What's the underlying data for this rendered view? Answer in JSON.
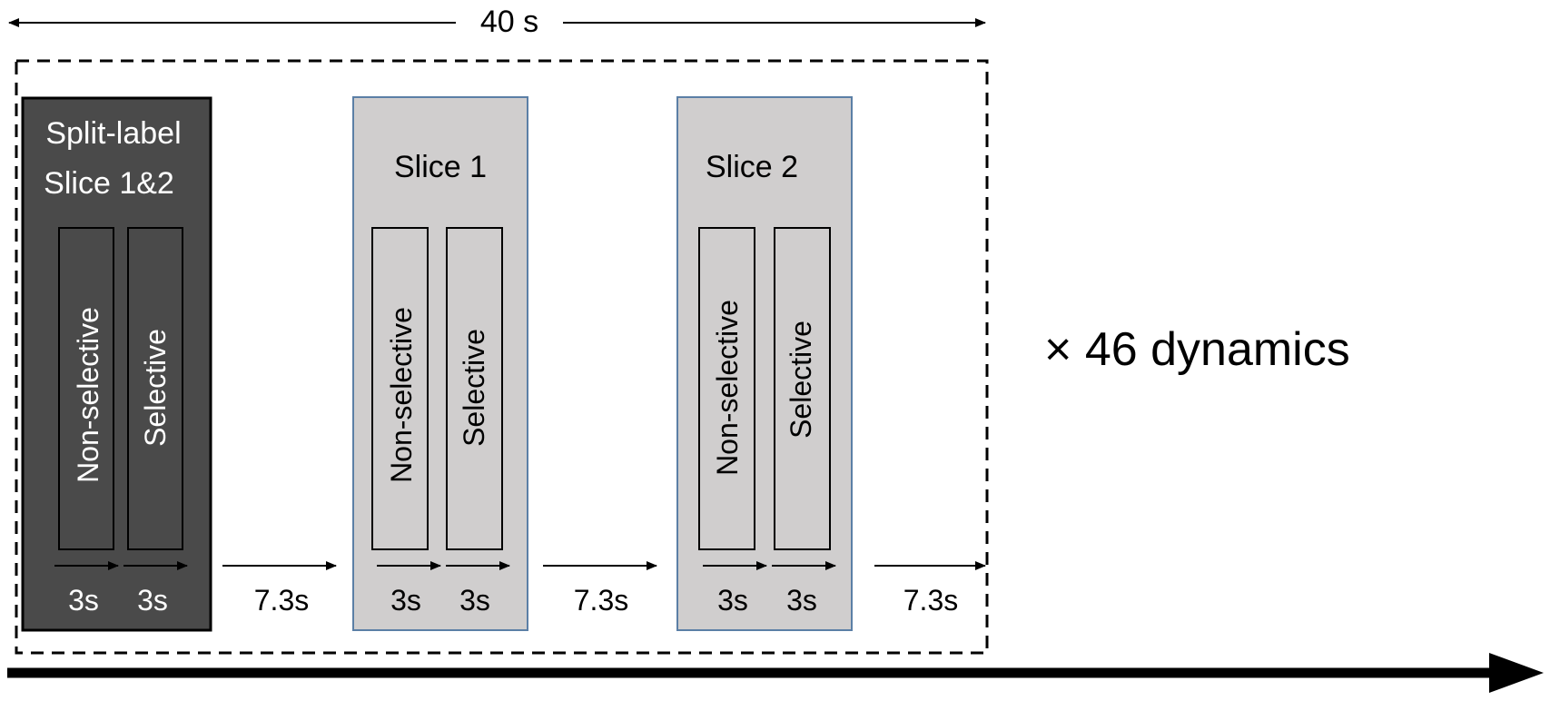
{
  "diagram": {
    "total_duration": "40 s",
    "repeat_label": "× 46 dynamics",
    "blocks": [
      {
        "title_line1": "Split-label",
        "title_line2": "Slice 1&2",
        "sub": [
          "Non-selective",
          "Selective"
        ],
        "durations": [
          "3s",
          "3s"
        ],
        "gap": "7.3s"
      },
      {
        "title_line1": "Slice 1",
        "sub": [
          "Non-selective",
          "Selective"
        ],
        "durations": [
          "3s",
          "3s"
        ],
        "gap": "7.3s"
      },
      {
        "title_line1": "Slice 2",
        "sub": [
          "Non-selective",
          "Selective"
        ],
        "durations": [
          "3s",
          "3s"
        ],
        "gap": "7.3s"
      }
    ],
    "colors": {
      "dark_block": "#4a4a4a",
      "light_block": "#d0cece",
      "light_border": "#5b7fa6",
      "line": "#000000"
    }
  }
}
